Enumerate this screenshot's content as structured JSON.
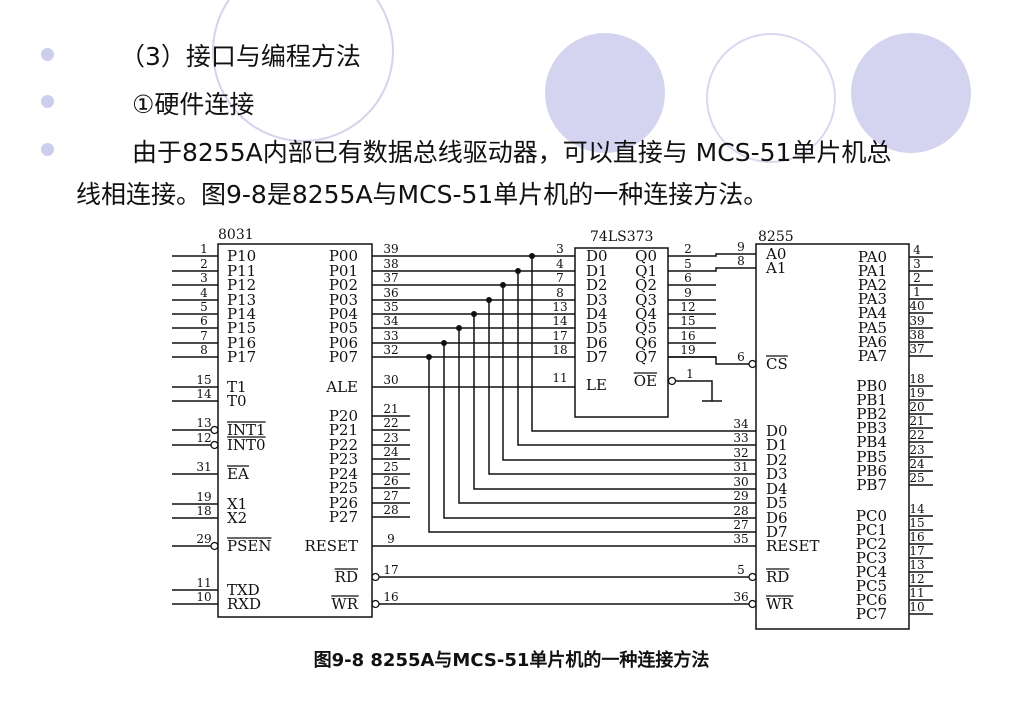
{
  "bullets": [
    {
      "text": "（3）接口与编程方法"
    },
    {
      "text": "①硬件连接"
    },
    {
      "text": "由于8255A内部已有数据总线驱动器，可以直接与 MCS-51单片机总"
    }
  ],
  "continuation": "线相连接。图9-8是8255A与MCS-51单片机的一种连接方法。",
  "caption": "图9-8 8255A与MCS-51单片机的一种连接方法",
  "colors": {
    "bullet": "#cdcdee",
    "circle_fill": "#d4d4f0",
    "circle_line": "#d3d3ee"
  },
  "diagram": {
    "chips": {
      "c8031": "8031",
      "latch": "74LS373",
      "c8255": "8255"
    },
    "c8031_left": [
      {
        "num": "1",
        "label": "P10"
      },
      {
        "num": "2",
        "label": "P11"
      },
      {
        "num": "3",
        "label": "P12"
      },
      {
        "num": "4",
        "label": "P13"
      },
      {
        "num": "5",
        "label": "P14"
      },
      {
        "num": "6",
        "label": "P15"
      },
      {
        "num": "7",
        "label": "P16"
      },
      {
        "num": "8",
        "label": "P17"
      },
      {
        "num": "15",
        "label": "T1"
      },
      {
        "num": "14",
        "label": "T0"
      },
      {
        "num": "13",
        "label": "INT1",
        "bar": true,
        "bubble": true
      },
      {
        "num": "12",
        "label": "INT0",
        "bar": true,
        "bubble": true
      },
      {
        "num": "31",
        "label": "EA",
        "bar": true
      },
      {
        "num": "19",
        "label": "X1"
      },
      {
        "num": "18",
        "label": "X2"
      },
      {
        "num": "29",
        "label": "PSEN",
        "bar": true,
        "bubble": true
      },
      {
        "num": "11",
        "label": "TXD"
      },
      {
        "num": "10",
        "label": "RXD"
      }
    ],
    "c8031_right": [
      {
        "num": "39",
        "label": "P00"
      },
      {
        "num": "38",
        "label": "P01"
      },
      {
        "num": "37",
        "label": "P02"
      },
      {
        "num": "36",
        "label": "P03"
      },
      {
        "num": "35",
        "label": "P04"
      },
      {
        "num": "34",
        "label": "P05"
      },
      {
        "num": "33",
        "label": "P06"
      },
      {
        "num": "32",
        "label": "P07"
      },
      {
        "num": "30",
        "label": "ALE"
      },
      {
        "num": "21",
        "label": "P20"
      },
      {
        "num": "22",
        "label": "P21"
      },
      {
        "num": "23",
        "label": "P22"
      },
      {
        "num": "24",
        "label": "P23"
      },
      {
        "num": "25",
        "label": "P24"
      },
      {
        "num": "26",
        "label": "P25"
      },
      {
        "num": "27",
        "label": "P26"
      },
      {
        "num": "28",
        "label": "P27"
      },
      {
        "num": "9",
        "label": "RESET"
      },
      {
        "num": "17",
        "label": "RD",
        "bar": true,
        "bubble": true
      },
      {
        "num": "16",
        "label": "WR",
        "bar": true,
        "bubble": true
      }
    ],
    "latch_left": [
      {
        "num": "3",
        "label": "D0"
      },
      {
        "num": "4",
        "label": "D1"
      },
      {
        "num": "7",
        "label": "D2"
      },
      {
        "num": "8",
        "label": "D3"
      },
      {
        "num": "13",
        "label": "D4"
      },
      {
        "num": "14",
        "label": "D5"
      },
      {
        "num": "17",
        "label": "D6"
      },
      {
        "num": "18",
        "label": "D7"
      },
      {
        "num": "11",
        "label": "LE"
      }
    ],
    "latch_right": [
      {
        "num": "2",
        "label": "Q0"
      },
      {
        "num": "5",
        "label": "Q1"
      },
      {
        "num": "6",
        "label": "Q2"
      },
      {
        "num": "9",
        "label": "Q3"
      },
      {
        "num": "12",
        "label": "Q4"
      },
      {
        "num": "15",
        "label": "Q5"
      },
      {
        "num": "16",
        "label": "Q6"
      },
      {
        "num": "19",
        "label": "Q7"
      },
      {
        "num": "1",
        "label": "OE",
        "bar": true,
        "bubble": true
      }
    ],
    "c8255_left": [
      {
        "num": "9",
        "label": "A0"
      },
      {
        "num": "8",
        "label": "A1"
      },
      {
        "num": "6",
        "label": "CS",
        "bar": true,
        "bubble": true
      },
      {
        "num": "34",
        "label": "D0"
      },
      {
        "num": "33",
        "label": "D1"
      },
      {
        "num": "32",
        "label": "D2"
      },
      {
        "num": "31",
        "label": "D3"
      },
      {
        "num": "30",
        "label": "D4"
      },
      {
        "num": "29",
        "label": "D5"
      },
      {
        "num": "28",
        "label": "D6"
      },
      {
        "num": "27",
        "label": "D7"
      },
      {
        "num": "35",
        "label": "RESET"
      },
      {
        "num": "5",
        "label": "RD",
        "bar": true,
        "bubble": true
      },
      {
        "num": "36",
        "label": "WR",
        "bar": true,
        "bubble": true
      }
    ],
    "c8255_right": [
      {
        "num": "4",
        "label": "PA0"
      },
      {
        "num": "3",
        "label": "PA1"
      },
      {
        "num": "2",
        "label": "PA2"
      },
      {
        "num": "1",
        "label": "PA3"
      },
      {
        "num": "40",
        "label": "PA4"
      },
      {
        "num": "39",
        "label": "PA5"
      },
      {
        "num": "38",
        "label": "PA6"
      },
      {
        "num": "37",
        "label": "PA7"
      },
      {
        "num": "18",
        "label": "PB0"
      },
      {
        "num": "19",
        "label": "PB1"
      },
      {
        "num": "20",
        "label": "PB2"
      },
      {
        "num": "21",
        "label": "PB3"
      },
      {
        "num": "22",
        "label": "PB4"
      },
      {
        "num": "23",
        "label": "PB5"
      },
      {
        "num": "24",
        "label": "PB6"
      },
      {
        "num": "25",
        "label": "PB7"
      },
      {
        "num": "14",
        "label": "PC0"
      },
      {
        "num": "15",
        "label": "PC1"
      },
      {
        "num": "16",
        "label": "PC2"
      },
      {
        "num": "17",
        "label": "PC3"
      },
      {
        "num": "13",
        "label": "PC4"
      },
      {
        "num": "12",
        "label": "PC5"
      },
      {
        "num": "11",
        "label": "PC6"
      },
      {
        "num": "10",
        "label": "PC7"
      }
    ]
  }
}
